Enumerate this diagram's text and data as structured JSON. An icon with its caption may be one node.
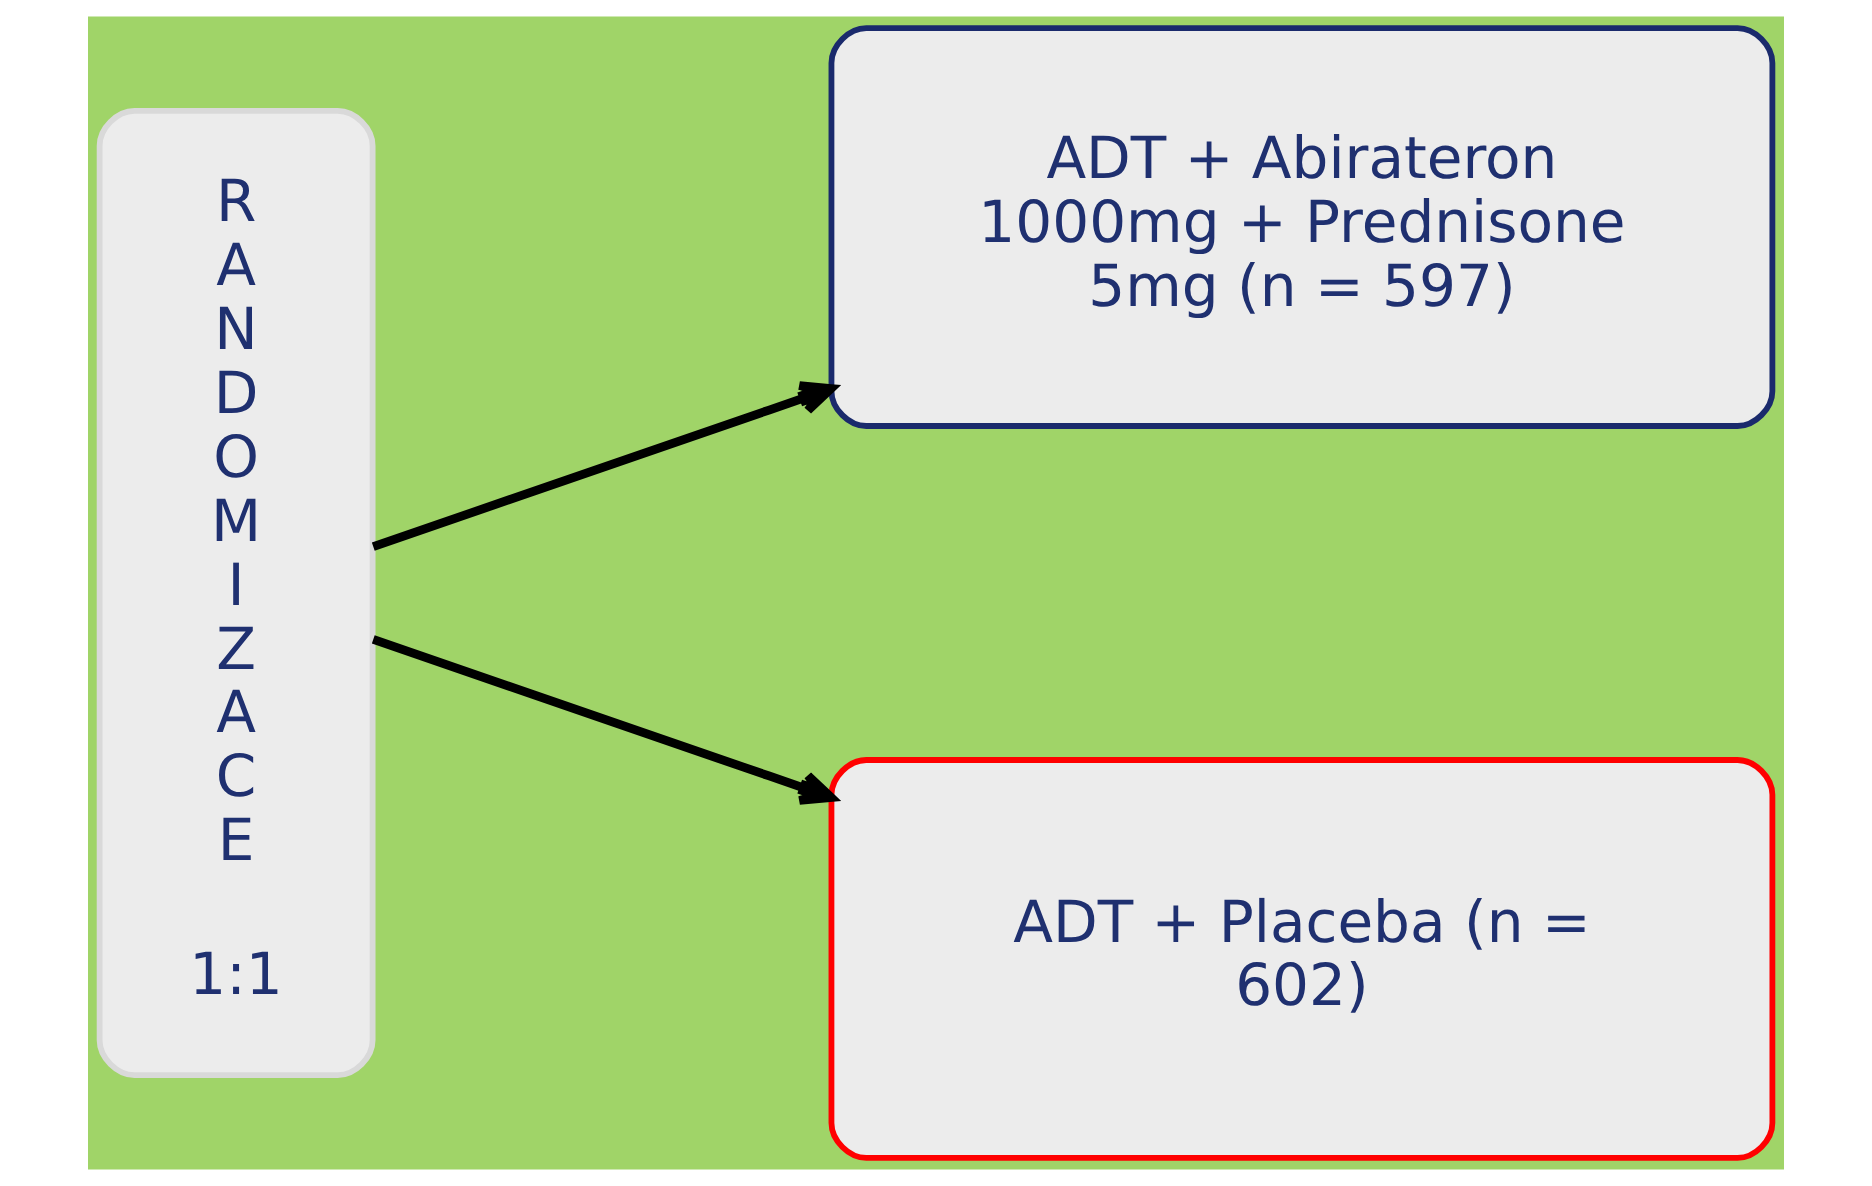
{
  "diagram": {
    "nodes": [
      {
        "text": [
          "R A N D O M I Z A C E",
          "1:1"
        ]
      },
      {
        "text": [
          "ADT + Abirateron 1000mg + Prednisone 5mg (n = 597)"
        ]
      },
      {
        "text": [
          "ADT + Placeba (n = 602)"
        ]
      }
    ],
    "edges": [
      {
        "from": 0,
        "to": 1,
        "arrow": "to"
      },
      {
        "from": 0,
        "to": 2,
        "arrow": "to"
      }
    ]
  }
}
